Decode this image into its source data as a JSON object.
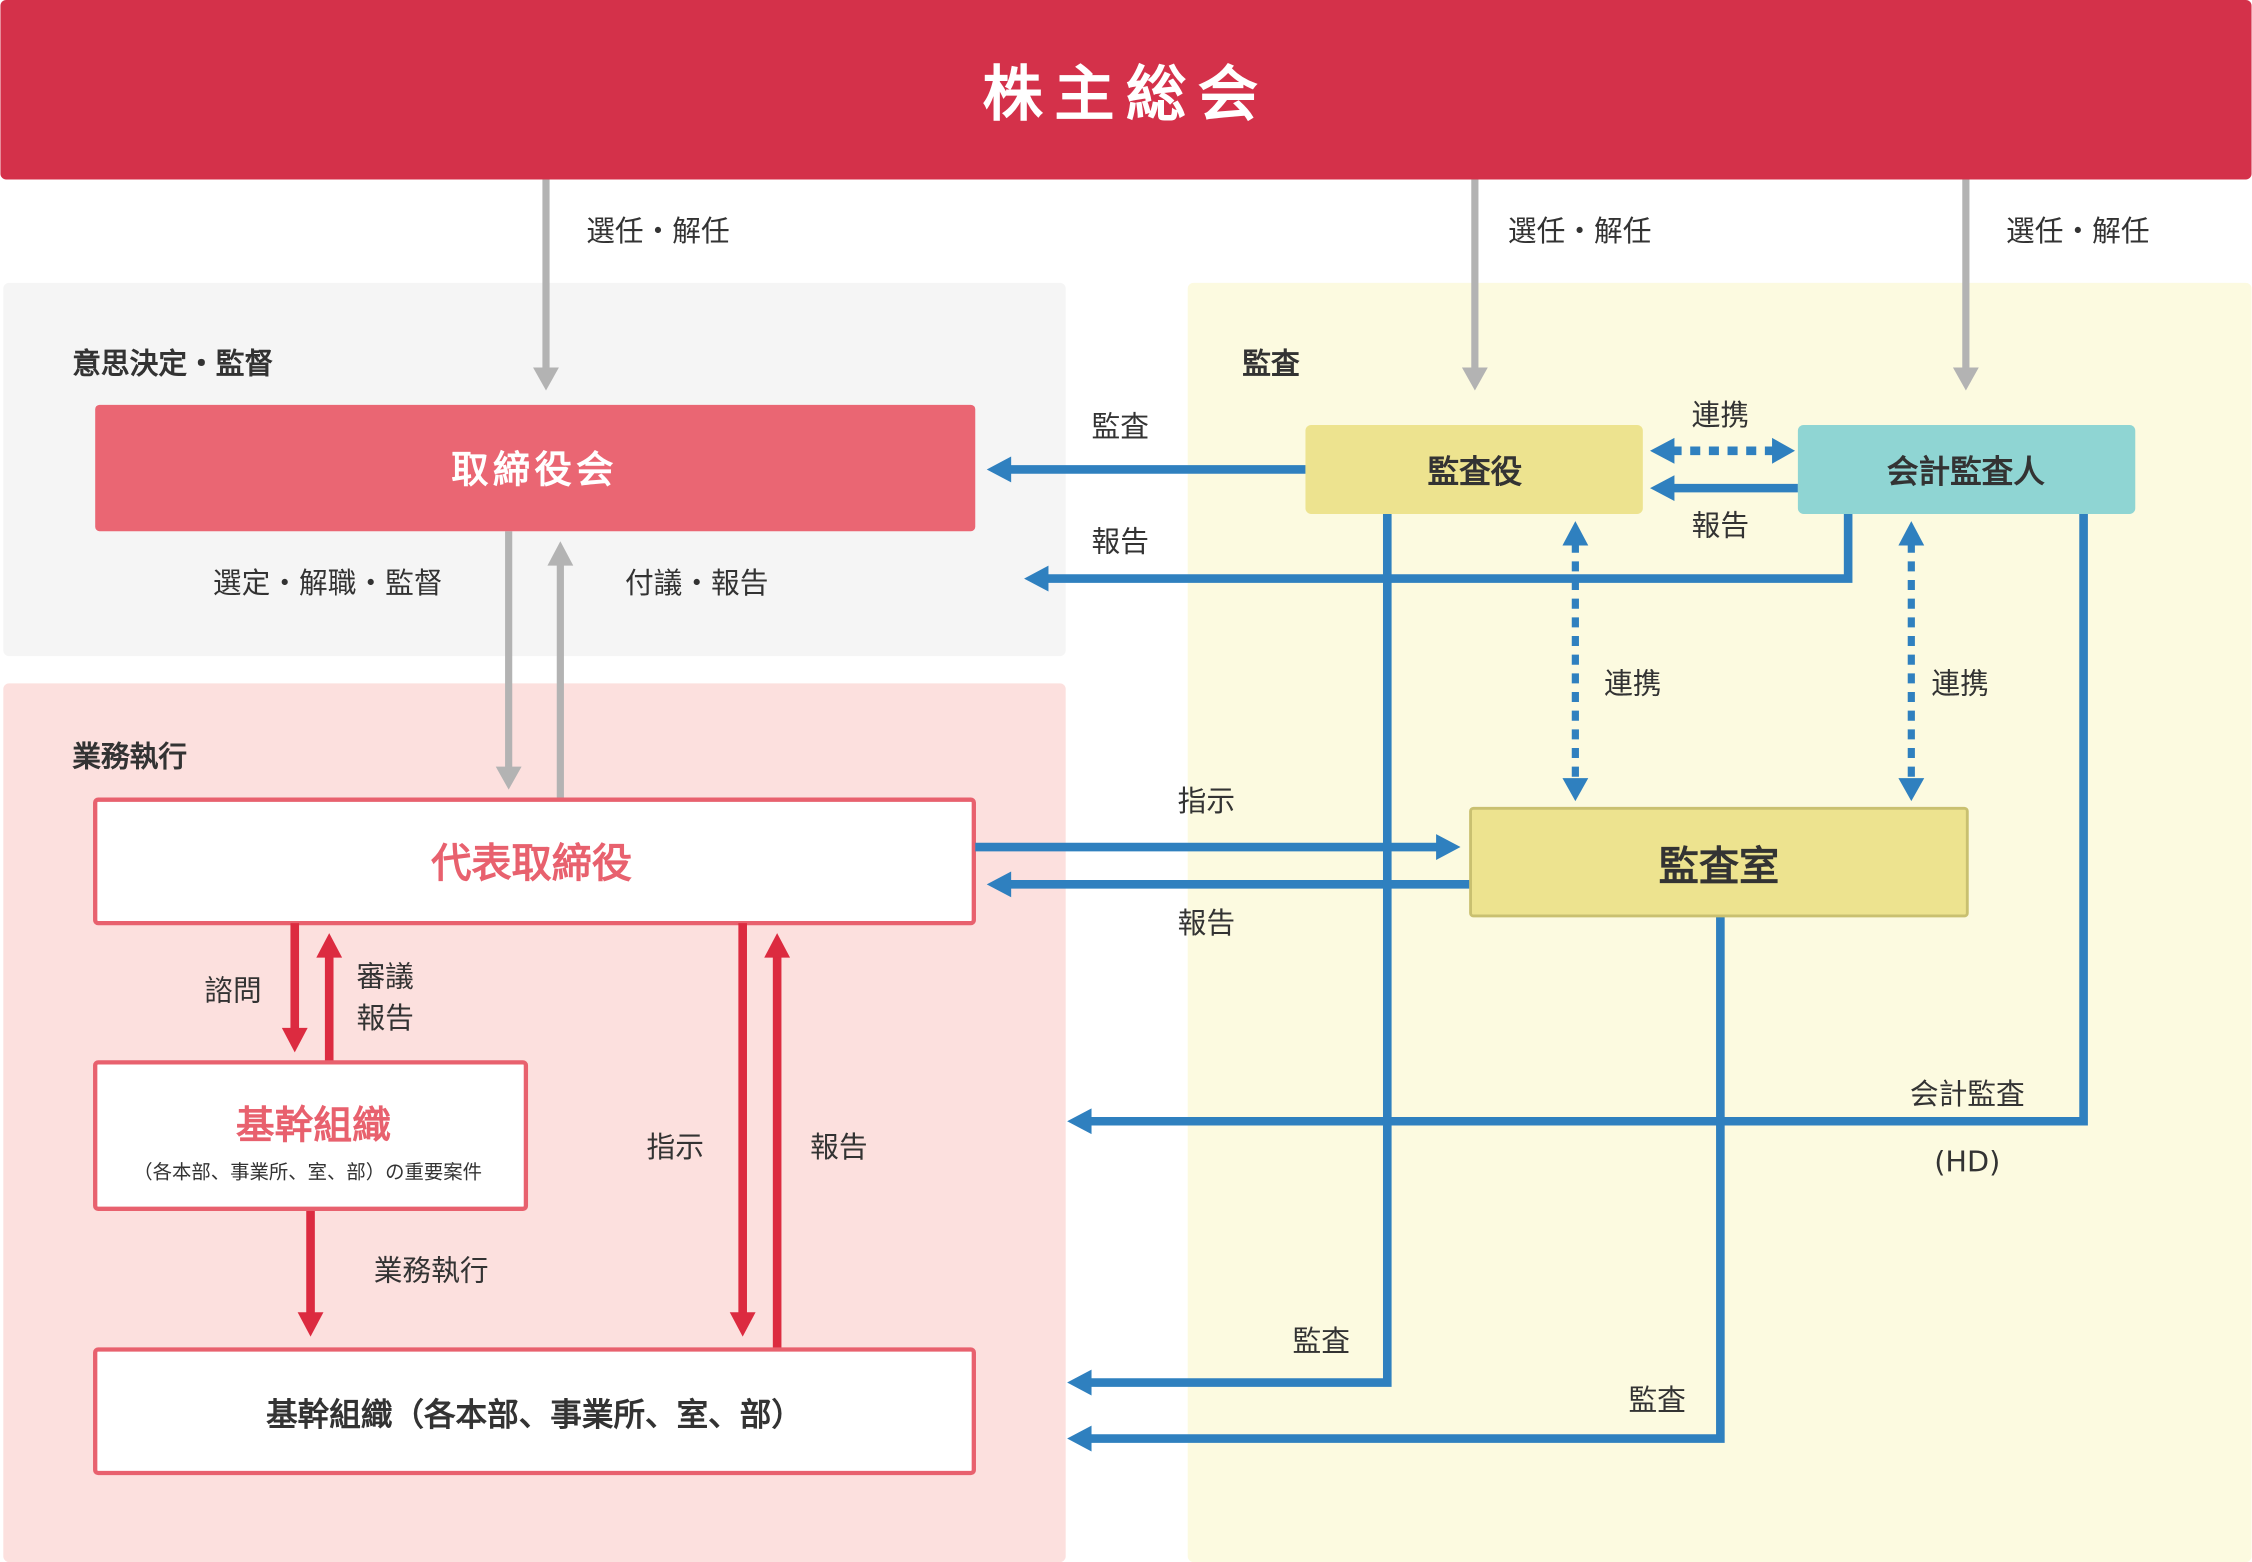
{
  "colors": {
    "top": "#d4314a",
    "board": "#ea6673",
    "panel_gray": "#f5f5f5",
    "panel_pink": "#fce0de",
    "panel_yellow": "#fcfae0",
    "auditor": "#ede38f",
    "accounting_auditor": "#8fd5d3",
    "blue": "#2f80bf",
    "gray_arrow": "#b3b3b3",
    "red": "#dc2b40"
  },
  "top": {
    "title": "株主総会"
  },
  "election_labels": [
    "選任・解任",
    "選任・解任",
    "選任・解任"
  ],
  "sections": {
    "decision": "意思決定・監督",
    "audit": "監査",
    "execution": "業務執行"
  },
  "boxes": {
    "board": "取締役会",
    "representative": "代表取締役",
    "core_org": "基幹組織",
    "core_org_sub": "（各本部、事業所、室、部）の重要案件",
    "core_org_bottom": "基幹組織（各本部、事業所、室、部）",
    "auditor": "監査役",
    "accounting_auditor": "会計監査人",
    "audit_office": "監査室"
  },
  "labels": {
    "select_dismiss_supervise": "選定・解職・監督",
    "submit_report": "付議・報告",
    "consult": "諮問",
    "deliberate": "審議",
    "deliberate_report": "報告",
    "execution": "業務執行",
    "instruct_left": "指示",
    "report_left": "報告",
    "audit_board": "監査",
    "report_board": "報告",
    "coop_top": "連携",
    "report_top": "報告",
    "coop_mid1": "連携",
    "coop_mid2": "連携",
    "instruct_office": "指示",
    "report_office": "報告",
    "accounting_audit": "会計監査",
    "hd": "(HD)",
    "audit_bottom1": "監査",
    "audit_bottom2": "監査"
  }
}
